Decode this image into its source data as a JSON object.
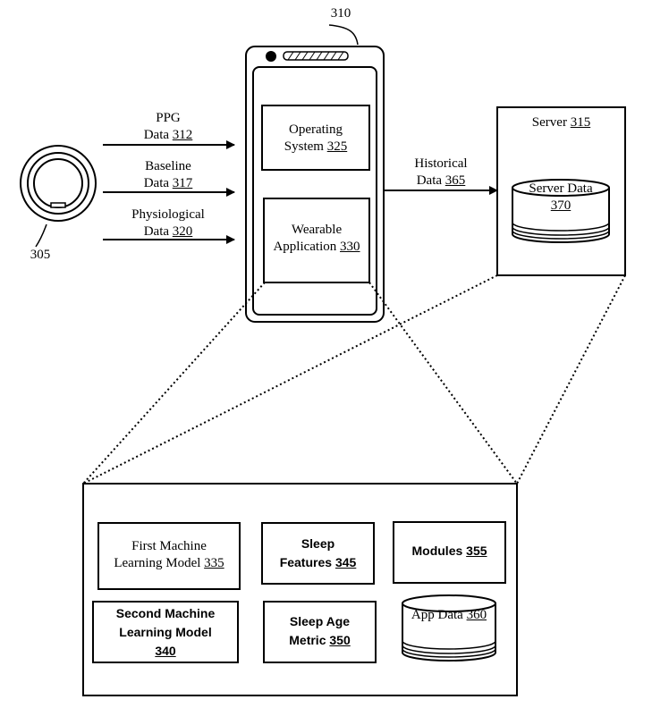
{
  "ring": {
    "ref": "305"
  },
  "device": {
    "ref": "310"
  },
  "inputs": [
    {
      "line1": "PPG",
      "name": "Data",
      "num": "312"
    },
    {
      "line1": "Baseline",
      "name": "Data",
      "num": "317"
    },
    {
      "line1": "Physiological",
      "name": "Data",
      "num": "320"
    }
  ],
  "os": {
    "line1": "Operating",
    "name": "System",
    "num": "325"
  },
  "wearable_app": {
    "line1": "Wearable",
    "name": "Application",
    "num": "330"
  },
  "historical": {
    "line1": "Historical",
    "name": "Data",
    "num": "365"
  },
  "server": {
    "name": "Server",
    "num": "315",
    "data_name": "Server Data",
    "data_num": "370"
  },
  "detail": {
    "first_ml": {
      "line1": "First Machine",
      "name": "Learning Model",
      "num": "335"
    },
    "sleep_features": {
      "line1": "Sleep",
      "name": "Features",
      "num": "345"
    },
    "modules": {
      "name": "Modules",
      "num": "355"
    },
    "second_ml": {
      "line1": "Second Machine",
      "line2": "Learning Model",
      "num": "340"
    },
    "sleep_age": {
      "line1": "Sleep Age",
      "name": "Metric",
      "num": "350"
    },
    "app_data": {
      "name": "App Data",
      "num": "360"
    }
  }
}
